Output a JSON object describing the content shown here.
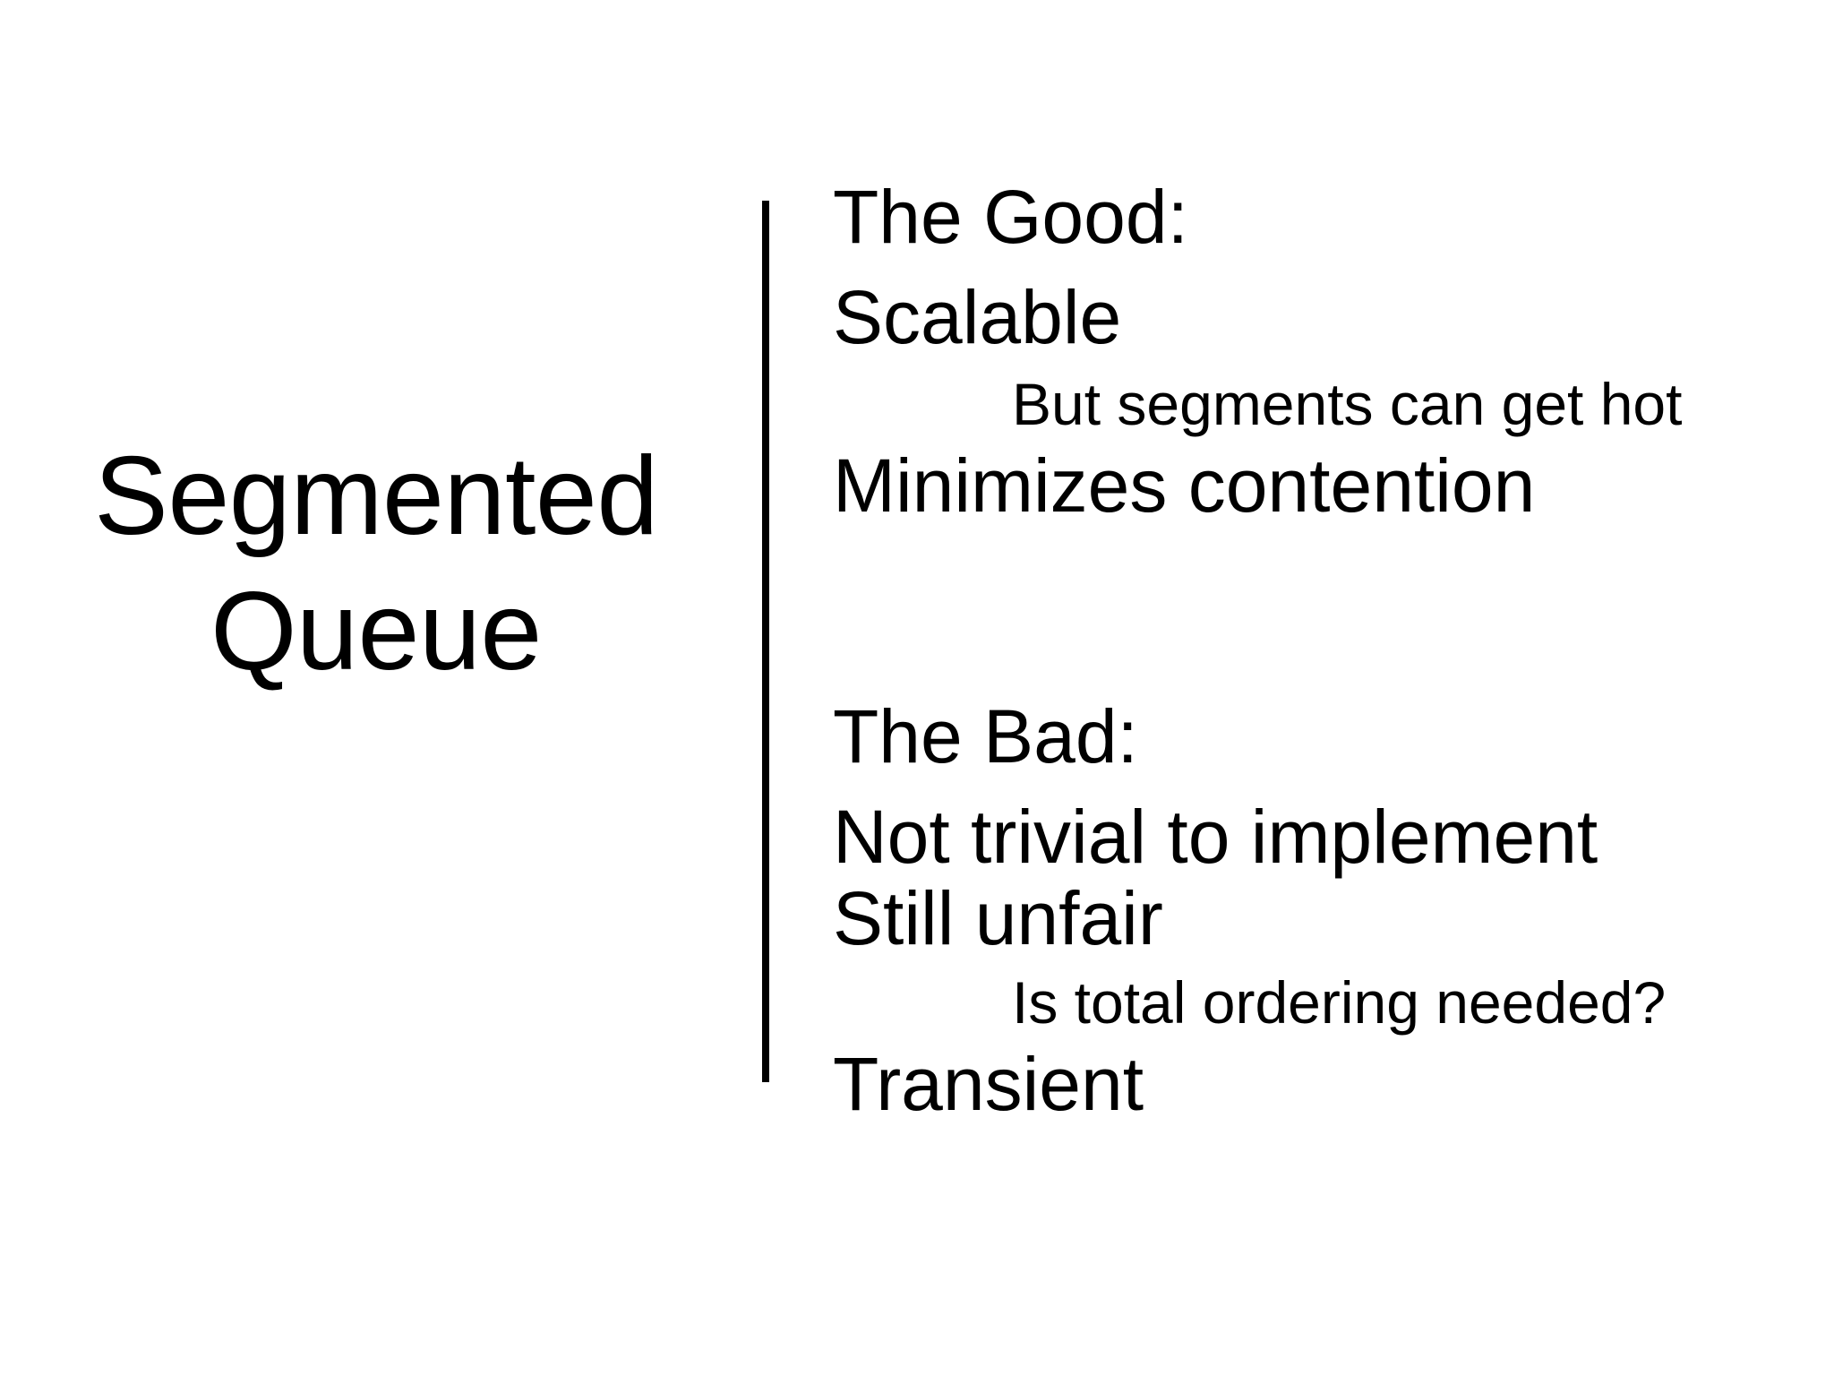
{
  "slide": {
    "background_color": "#FFFFFF",
    "text_color": "#000000",
    "title": {
      "line1": "Segmented",
      "line2": "Queue"
    },
    "divider": {
      "color": "#000000",
      "orientation": "vertical"
    },
    "sections": [
      {
        "heading": "The Good:",
        "bullets": [
          {
            "level": 1,
            "text": "Scalable"
          },
          {
            "level": 2,
            "text": "But segments can get hot"
          },
          {
            "level": 1,
            "text": "Minimizes contention"
          }
        ]
      },
      {
        "heading": "The Bad:",
        "bullets": [
          {
            "level": 1,
            "text": "Not trivial to implement"
          },
          {
            "level": 1,
            "text": "Still unfair"
          },
          {
            "level": 2,
            "text": "Is total ordering needed?"
          },
          {
            "level": 1,
            "text": "Transient"
          }
        ]
      }
    ]
  }
}
